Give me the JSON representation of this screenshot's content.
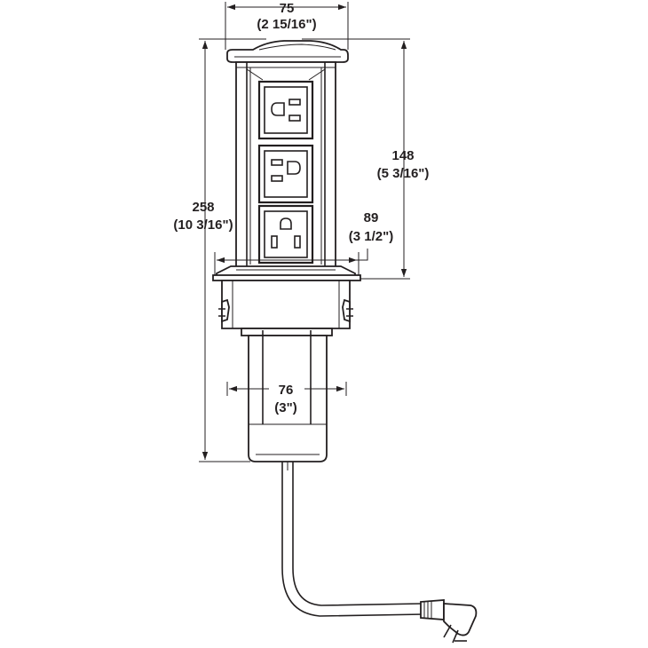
{
  "dimensions": {
    "top_width": {
      "metric": "75",
      "imperial": "(2 15/16\")"
    },
    "overall_height": {
      "metric": "258",
      "imperial": "(10 3/16\")"
    },
    "exposed_height": {
      "metric": "148",
      "imperial": "(5 3/16\")"
    },
    "flange_width": {
      "metric": "89",
      "imperial": "(3 1/2\")"
    },
    "housing_width": {
      "metric": "76",
      "imperial": "(3\")"
    }
  },
  "colors": {
    "line": "#231f20",
    "background": "#ffffff"
  }
}
